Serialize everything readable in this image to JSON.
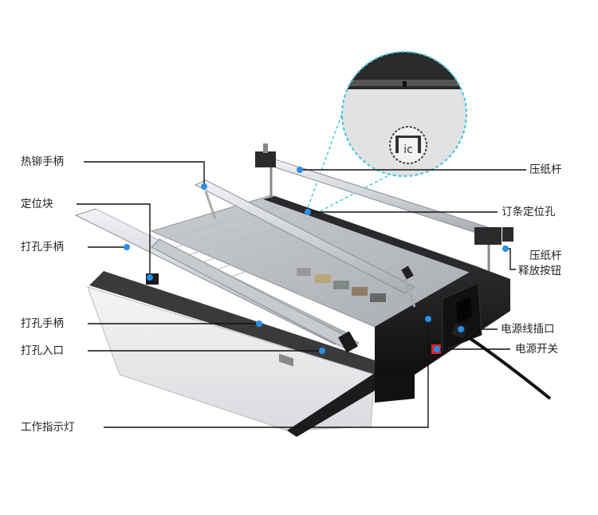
{
  "image": {
    "subject": "binding-machine-product-diagram",
    "inset": "positioning-hole-zoom-inset"
  },
  "labels": {
    "heat_rivet_handle": "热铆手柄",
    "positioning_block": "定位块",
    "punch_handle_1": "打孔手柄",
    "punch_handle_2": "打孔手柄",
    "punch_entry": "打孔入口",
    "work_indicator": "工作指示灯",
    "press_bar": "压纸杆",
    "binding_hole": "订条定位孔",
    "press_bar_release_line1": "压纸杆",
    "press_bar_release_line2": "释放按钮",
    "power_socket": "电源线插口",
    "power_switch": "电源开关"
  },
  "colors": {
    "callout_dot": "#2a8ee8",
    "inset_ring": "#3cc7e0",
    "machine_body": "#1c1c1e",
    "tray": "#e9eaec",
    "bar_silver": "#d8dbe0",
    "switch_red": "#d9262b"
  }
}
